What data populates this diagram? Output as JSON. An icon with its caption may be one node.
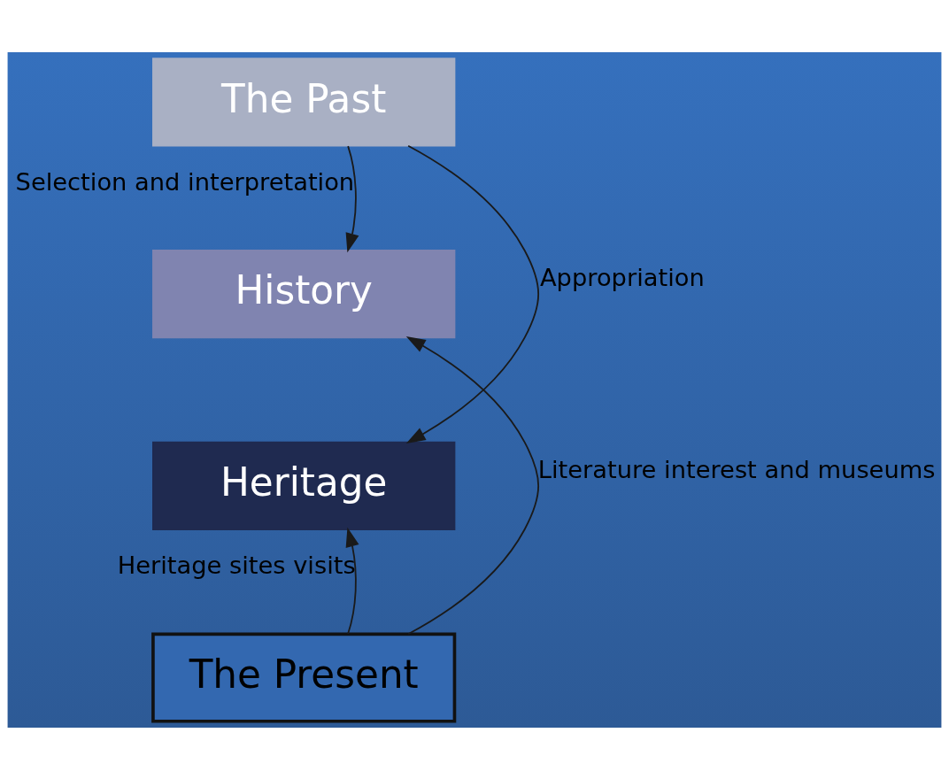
{
  "diagram": {
    "nodes": [
      {
        "text": [
          "The Past"
        ]
      },
      {
        "text": [
          "History"
        ]
      },
      {
        "text": [
          "Heritage"
        ]
      },
      {
        "text": [
          "The Present"
        ]
      }
    ],
    "edges": [
      {
        "from": 0,
        "to": 1,
        "arrow": "to",
        "label": "Selection and interpretation"
      },
      {
        "from": 0,
        "to": 2,
        "arrow": "to",
        "label": "Appropriation"
      },
      {
        "from": 3,
        "to": 1,
        "arrow": "to",
        "label": "Literature interest and museums"
      },
      {
        "from": 3,
        "to": 2,
        "arrow": "to",
        "label": "Heritage sites visits"
      }
    ]
  }
}
